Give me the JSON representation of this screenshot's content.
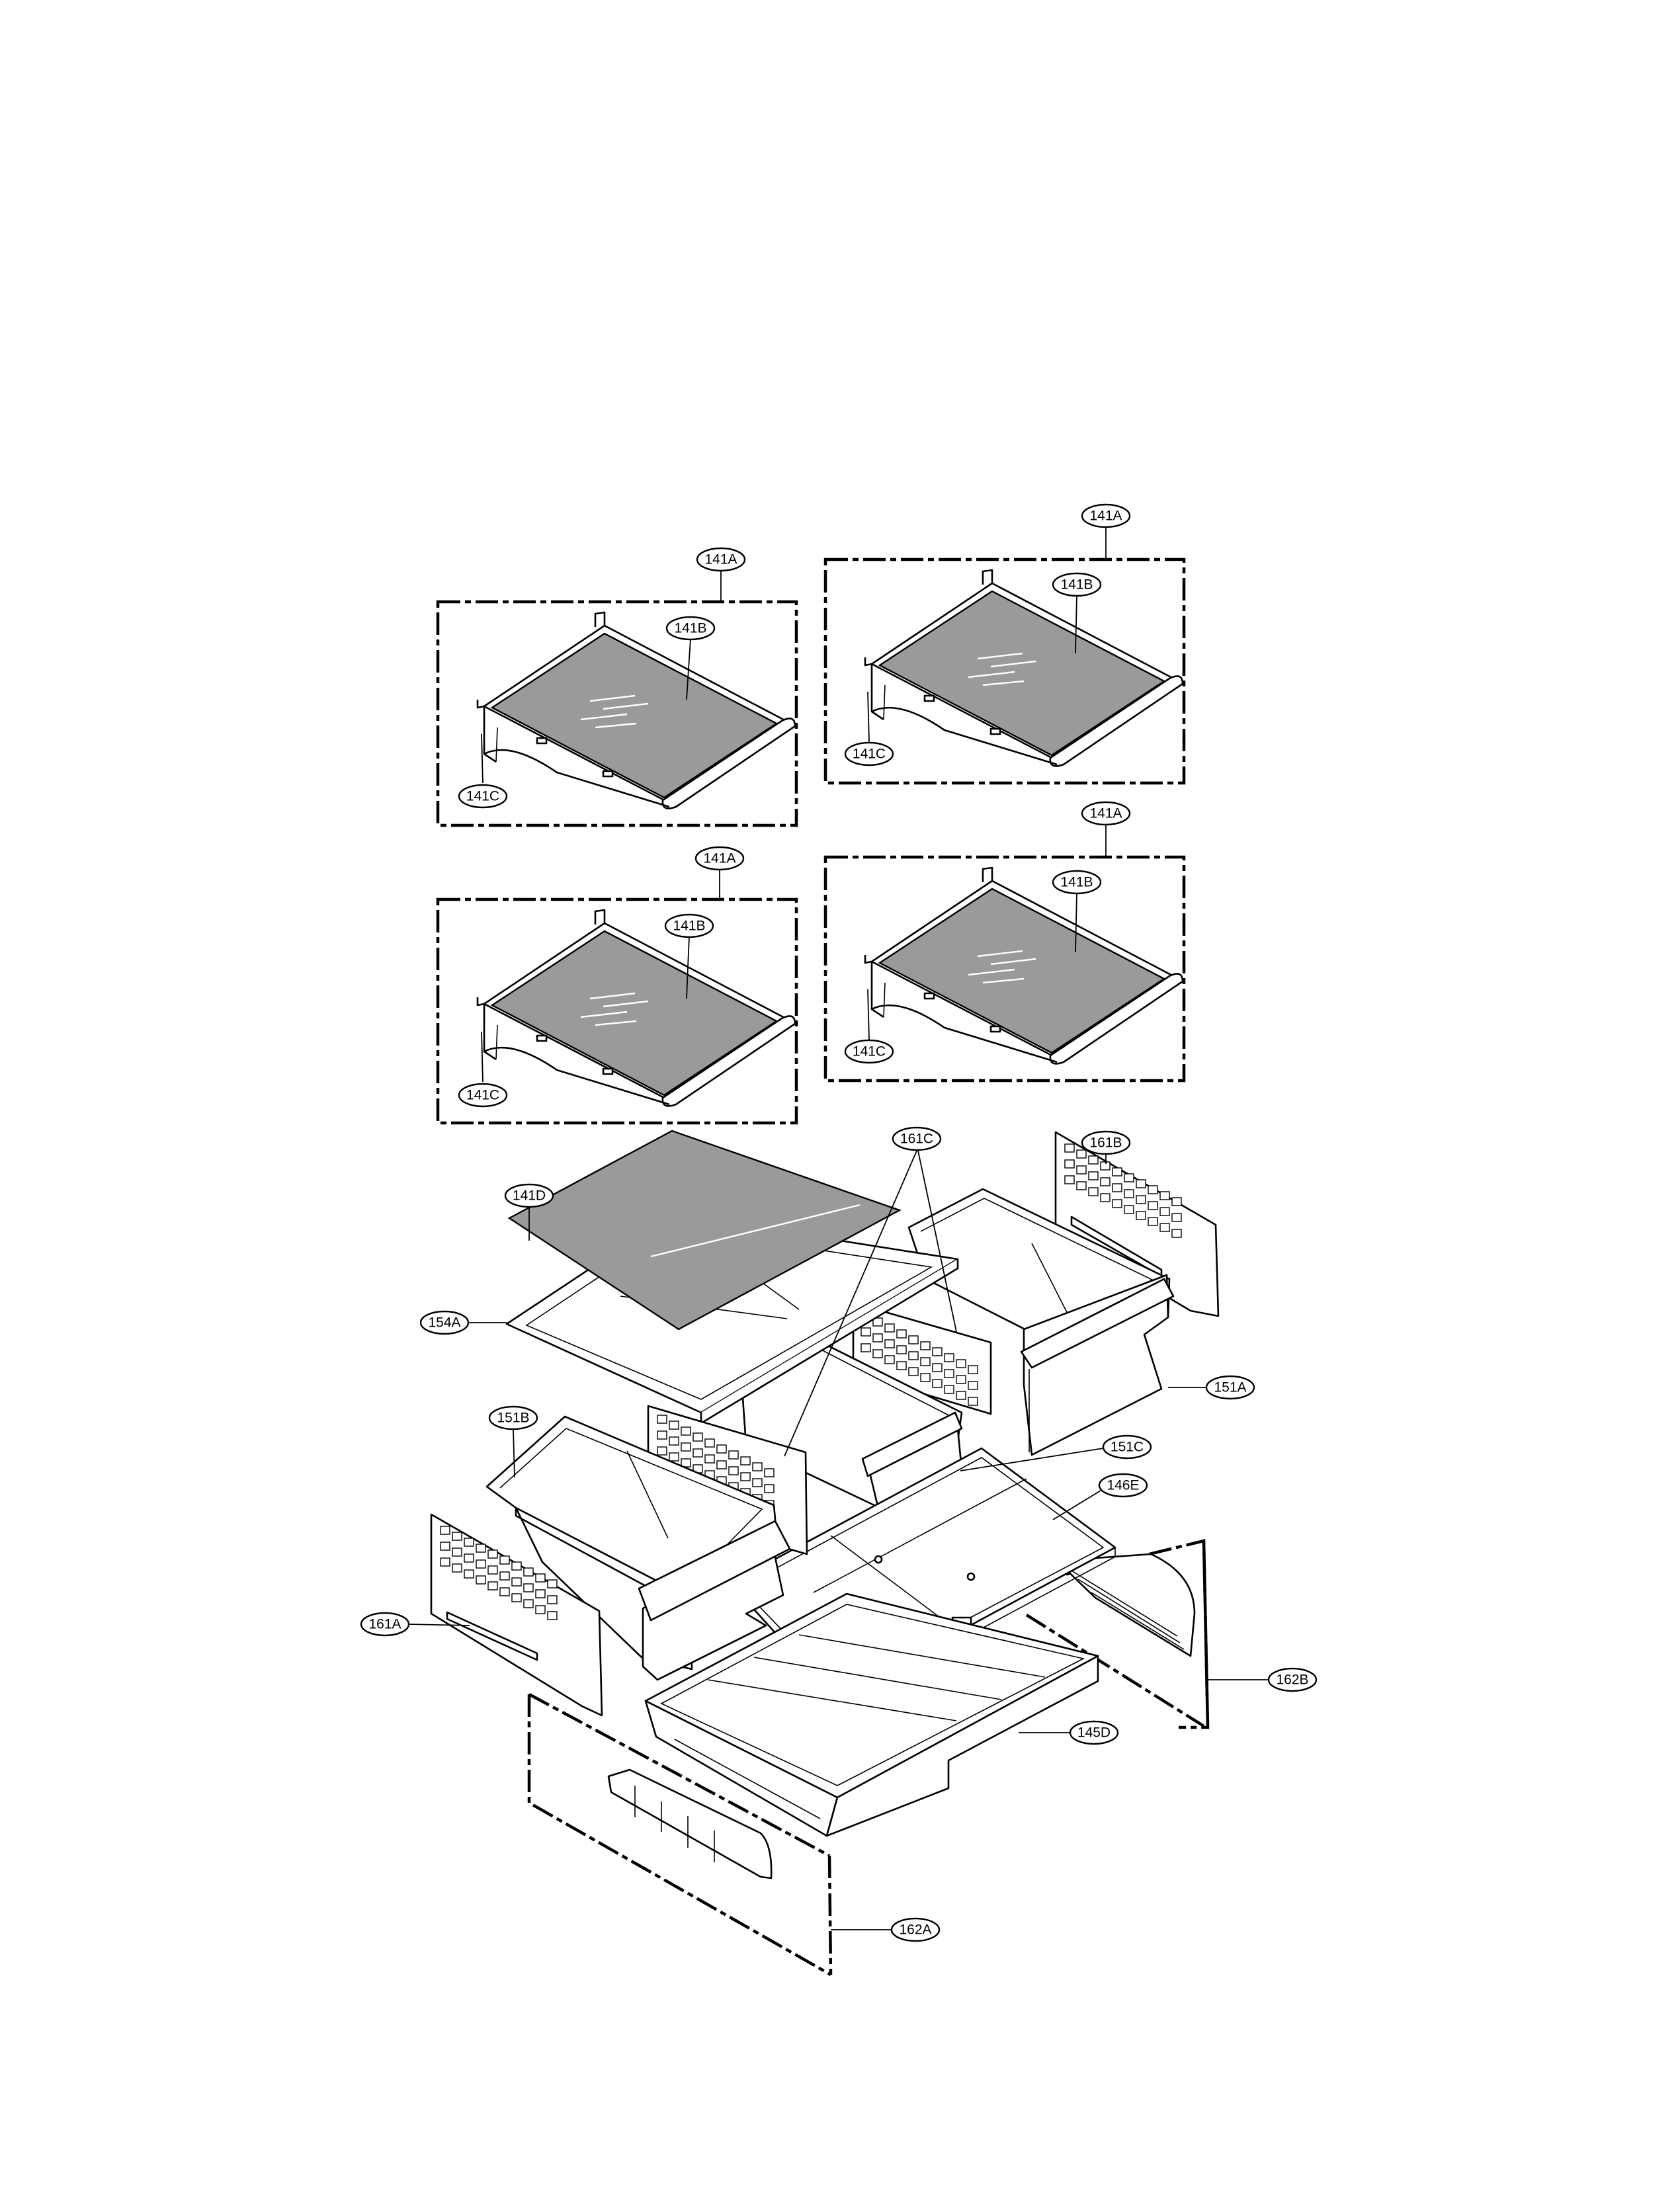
{
  "labels": {
    "shelf1_141A": "141A",
    "shelf1_141B": "141B",
    "shelf1_141C": "141C",
    "shelf2_141A": "141A",
    "shelf2_141B": "141B",
    "shelf2_141C": "141C",
    "shelf3_141A": "141A",
    "shelf3_141B": "141B",
    "shelf3_141C": "141C",
    "shelf4_141A": "141A",
    "shelf4_141B": "141B",
    "shelf4_141C": "141C",
    "l141D": "141D",
    "l154A": "154A",
    "l161C": "161C",
    "l161B": "161B",
    "l151A": "151A",
    "l151C": "151C",
    "l146E": "146E",
    "l151B": "151B",
    "l161A": "161A",
    "l162B": "162B",
    "l145D": "145D",
    "l162A": "162A"
  },
  "colors": {
    "line": "#000000",
    "glass_fill": "#9a9a9a",
    "background": "#ffffff"
  }
}
